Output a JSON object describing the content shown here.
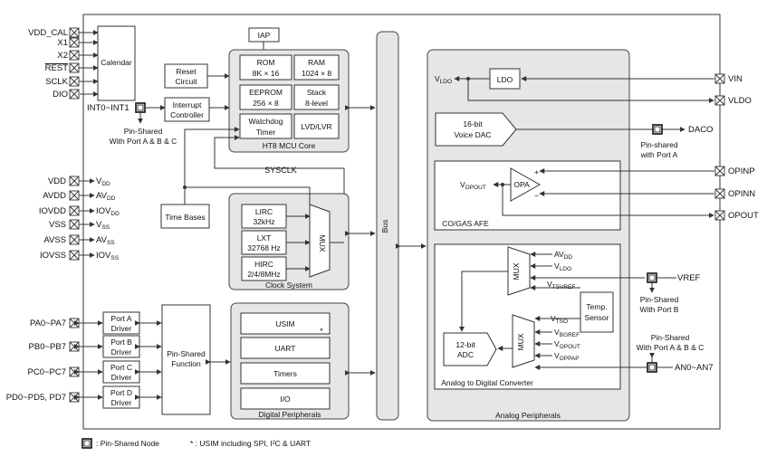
{
  "pins_left_top": [
    "VDD_CAL",
    "X1",
    "X2",
    "REST",
    "SCLK",
    "DIO"
  ],
  "calendar": "Calendar",
  "int_label": "INT0~INT1",
  "pin_shared_abc": "Pin-Shared",
  "pin_shared_abc2": "With Port A & B & C",
  "reset_circuit": [
    "Reset",
    "Circuit"
  ],
  "interrupt_controller": [
    "Interrupt",
    "Controller"
  ],
  "iap": "IAP",
  "rom": [
    "ROM",
    "8K × 16"
  ],
  "ram": [
    "RAM",
    "1024 × 8"
  ],
  "eeprom": [
    "EEPROM",
    "256 × 8"
  ],
  "stack": [
    "Stack",
    "8-level"
  ],
  "watchdog": [
    "Watchdog",
    "Timer"
  ],
  "lvd": "LVD/LVR",
  "mcu_core": "HT8 MCU Core",
  "sysclk": "SYSCLK",
  "time_bases": "Time Bases",
  "lirc": [
    "LIRC",
    "32kHz"
  ],
  "lxt": [
    "LXT",
    "32768 Hz"
  ],
  "hirc": [
    "HIRC",
    "2/4/8MHz"
  ],
  "mux": "MUX",
  "clock_system": "Clock System",
  "bus": "Bus",
  "power_pins": [
    {
      "pin": "VDD",
      "base": "V",
      "sub": "DD"
    },
    {
      "pin": "AVDD",
      "base": "AV",
      "sub": "DD"
    },
    {
      "pin": "IOVDD",
      "base": "IOV",
      "sub": "DD"
    },
    {
      "pin": "VSS",
      "base": "V",
      "sub": "SS"
    },
    {
      "pin": "AVSS",
      "base": "AV",
      "sub": "SS"
    },
    {
      "pin": "IOVSS",
      "base": "IOV",
      "sub": "SS"
    }
  ],
  "ports": [
    {
      "pin": "PA0~PA7",
      "driver": [
        "Port A",
        "Driver"
      ]
    },
    {
      "pin": "PB0~PB7",
      "driver": [
        "Port B",
        "Driver"
      ]
    },
    {
      "pin": "PC0~PC7",
      "driver": [
        "Port C",
        "Driver"
      ]
    },
    {
      "pin": "PD0~PD5, PD7",
      "driver": [
        "Port D",
        "Driver"
      ]
    }
  ],
  "pin_shared_function": [
    "Pin-Shared",
    "Function"
  ],
  "usim": "USIM",
  "usim_mark": "*",
  "uart": "UART",
  "timers": "Timers",
  "io": "I/O",
  "digital_peripherals": "Digital Peripherals",
  "vldo_label": {
    "base": "V",
    "sub": "LDO"
  },
  "ldo": "LDO",
  "vin": "VIN",
  "vldo": "VLDO",
  "dac": [
    "16-bit",
    "Voice DAC"
  ],
  "daco": "DACO",
  "pin_shared_a": [
    "Pin-shared",
    "with Port A"
  ],
  "vopout_label": {
    "base": "V",
    "sub": "OPOUT"
  },
  "opa": "OPA",
  "opinp": "OPINP",
  "opinn": "OPINN",
  "opout": "OPOUT",
  "afe": "CO/GAS AFE",
  "adc_mux_inputs": [
    {
      "base": "AV",
      "sub": "DD"
    },
    {
      "base": "V",
      "sub": "LDO"
    },
    {
      "base": "V",
      "sub": "TSVREF"
    }
  ],
  "vref": "VREF",
  "pin_shared_b": [
    "Pin-Shared",
    "With Port B"
  ],
  "temp_sensor": [
    "Temp.",
    "Sensor"
  ],
  "mux2_inputs": [
    {
      "base": "V",
      "sub": "TSO"
    },
    {
      "base": "V",
      "sub": "BGREF"
    },
    {
      "base": "V",
      "sub": "OPOUT"
    },
    {
      "base": "V",
      "sub": "OPPAP"
    }
  ],
  "adc": [
    "12-bit",
    "ADC"
  ],
  "pin_shared_abc_right": [
    "Pin-Shared",
    "With Port A & B & C"
  ],
  "an_pins": "AN0~AN7",
  "adc_group": "Analog to Digital Converter",
  "analog_peripherals": "Analog Peripherals",
  "legend_node": ": Pin-Shared Node",
  "legend_note": "* : USIM including SPI, I²C & UART"
}
